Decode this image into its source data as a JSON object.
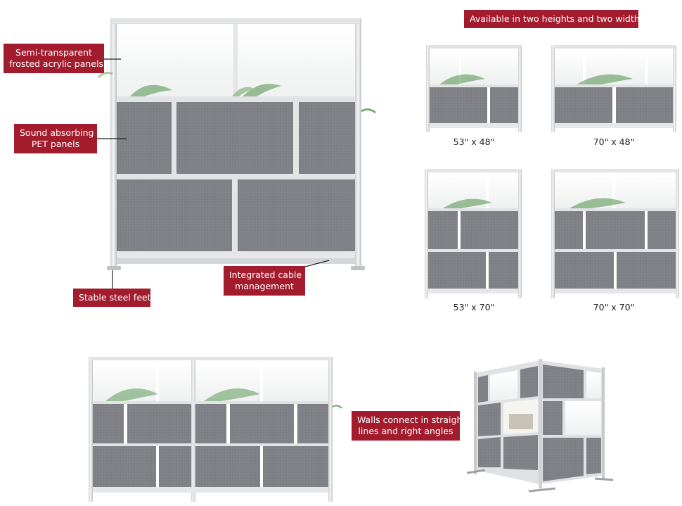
{
  "colors": {
    "callout_bg": "#a31c2e",
    "felt": "#7f8187",
    "frame": "#e6e7e9",
    "frosted": "#f3f5f4",
    "plant": "#4f8f4a"
  },
  "callouts": {
    "frosted_panels": [
      "Semi-transparent",
      "frosted acrylic panels"
    ],
    "sound_panels": [
      "Sound absorbing",
      "PET panels"
    ],
    "steel_feet": [
      "Stable steel feet"
    ],
    "cable_management": [
      "Integrated cable",
      "management"
    ],
    "sizes_heading": [
      "Available in two heights and two widths"
    ],
    "walls_connect": [
      "Walls connect in straight",
      "lines and right angles"
    ]
  },
  "sizes": {
    "small_short": "53\" x 48\"",
    "wide_short": "70\" x 48\"",
    "small_tall": "53\" x 70\"",
    "wide_tall": "70\" x 70\""
  },
  "icons": {
    "plant": "leaf-shape"
  }
}
